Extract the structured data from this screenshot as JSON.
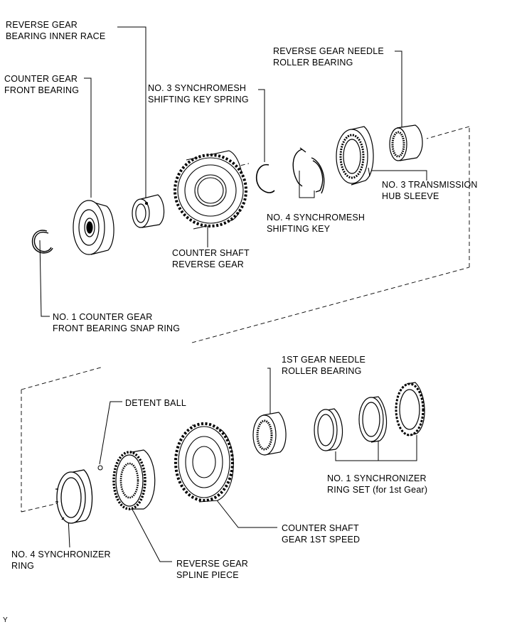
{
  "labels": {
    "reverse_gear_bearing_inner_race": [
      "REVERSE GEAR",
      "BEARING INNER RACE"
    ],
    "counter_gear_front_bearing": [
      "COUNTER GEAR",
      "FRONT BEARING"
    ],
    "no3_synchromesh_shifting_key_spring": [
      "NO. 3 SYNCHROMESH",
      "SHIFTING KEY SPRING"
    ],
    "reverse_gear_needle_roller_bearing": [
      "REVERSE GEAR NEEDLE",
      "ROLLER BEARING"
    ],
    "no3_transmission_hub_sleeve": [
      "NO. 3 TRANSMISSION",
      "HUB SLEEVE"
    ],
    "no4_synchromesh_shifting_key": [
      "NO. 4 SYNCHROMESH",
      "SHIFTING KEY"
    ],
    "counter_shaft_reverse_gear": [
      "COUNTER SHAFT",
      "REVERSE GEAR"
    ],
    "no1_counter_gear_front_bearing_snap_ring": [
      "NO. 1 COUNTER GEAR",
      "FRONT BEARING SNAP RING"
    ],
    "first_gear_needle_roller_bearing": [
      "1ST GEAR NEEDLE",
      "ROLLER BEARING"
    ],
    "detent_ball": [
      "DETENT BALL"
    ],
    "no1_synchronizer_ring_set": [
      "NO. 1 SYNCHRONIZER",
      "RING SET (for 1st Gear)"
    ],
    "counter_shaft_gear_1st_speed": [
      "COUNTER SHAFT",
      "GEAR 1ST SPEED"
    ],
    "no4_synchronizer_ring": [
      "NO. 4 SYNCHRONIZER",
      "RING"
    ],
    "reverse_gear_spline_piece": [
      "REVERSE GEAR",
      "SPLINE PIECE"
    ]
  },
  "figure_id": "Y"
}
